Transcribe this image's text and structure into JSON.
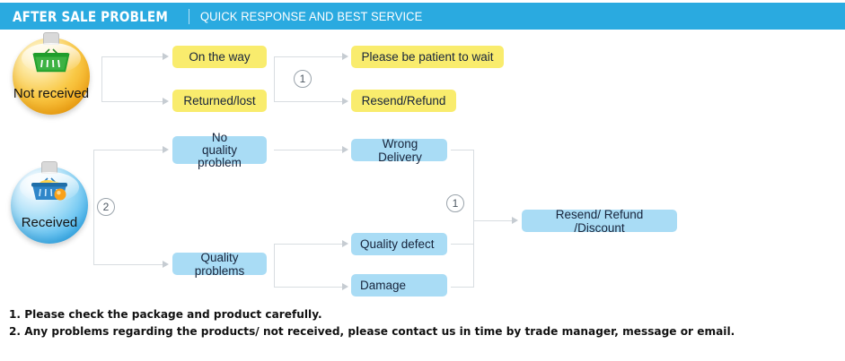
{
  "header": {
    "title": "AFTER SALE PROBLEM",
    "divider": "|",
    "subtitle": "QUICK RESPONSE AND BEST SERVICE",
    "bar_color": "#2aaae0",
    "text_color": "#ffffff"
  },
  "colors": {
    "yellow_box": "#f9ec6d",
    "blue_box": "#a9dcf5",
    "connector": "#d8dde1",
    "badge_orange": "#f2a81c",
    "badge_blue": "#49b6ee"
  },
  "badges": [
    {
      "name": "not-received",
      "label": "Not received",
      "icon": "shopping-basket-icon",
      "color": "#f2a81c"
    },
    {
      "name": "received",
      "label": "Received",
      "icon": "shopping-basket-filled-icon",
      "color": "#49b6ee"
    }
  ],
  "flow": {
    "row_not_received": {
      "stage1": [
        {
          "label": "On the way",
          "style": "yellow"
        },
        {
          "label": "Returned/lost",
          "style": "yellow"
        }
      ],
      "marker": "1",
      "stage2": [
        {
          "label": "Please be patient to wait",
          "style": "yellow"
        },
        {
          "label": "Resend/Refund",
          "style": "yellow"
        }
      ]
    },
    "row_received": {
      "marker": "2",
      "stage1": [
        {
          "label": "No\nquality problem",
          "line1": "No",
          "line2": "quality problem",
          "style": "blue"
        },
        {
          "label": "Quality problems",
          "style": "blue"
        }
      ],
      "stage2": [
        {
          "label": "Wrong Delivery",
          "style": "blue"
        },
        {
          "label": "Quality defect",
          "style": "blue"
        },
        {
          "label": "Damage",
          "style": "blue"
        }
      ],
      "marker2": "1",
      "stage3": [
        {
          "label": "Resend/ Refund /Discount",
          "style": "blue"
        }
      ]
    }
  },
  "notes": [
    "1. Please check the package and product carefully.",
    "2. Any problems regarding the products/ not received, please contact us in time by trade manager, message or email."
  ]
}
